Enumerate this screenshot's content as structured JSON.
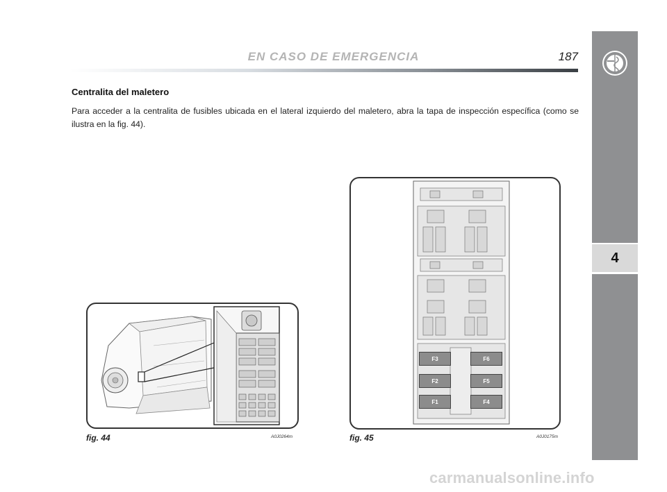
{
  "header": {
    "title": "EN CASO DE EMERGENCIA",
    "page_number": "187"
  },
  "section": {
    "heading": "Centralita del maletero",
    "body": "Para acceder a la centralita de fusibles ubicada en el lateral izquierdo del maletero, abra la tapa de inspección específica (como se ilustra en la fig. 44)."
  },
  "sidebar": {
    "chapter_number": "4"
  },
  "figures": [
    {
      "caption": "fig. 44",
      "code": "A0J0264m"
    },
    {
      "caption": "fig. 45",
      "code": "A0J0175m"
    }
  ],
  "fuses": {
    "left_column": [
      "F3",
      "F2",
      "F1"
    ],
    "right_column": [
      "F6",
      "F5",
      "F4"
    ]
  },
  "watermark": "carmanualsonline.info"
}
